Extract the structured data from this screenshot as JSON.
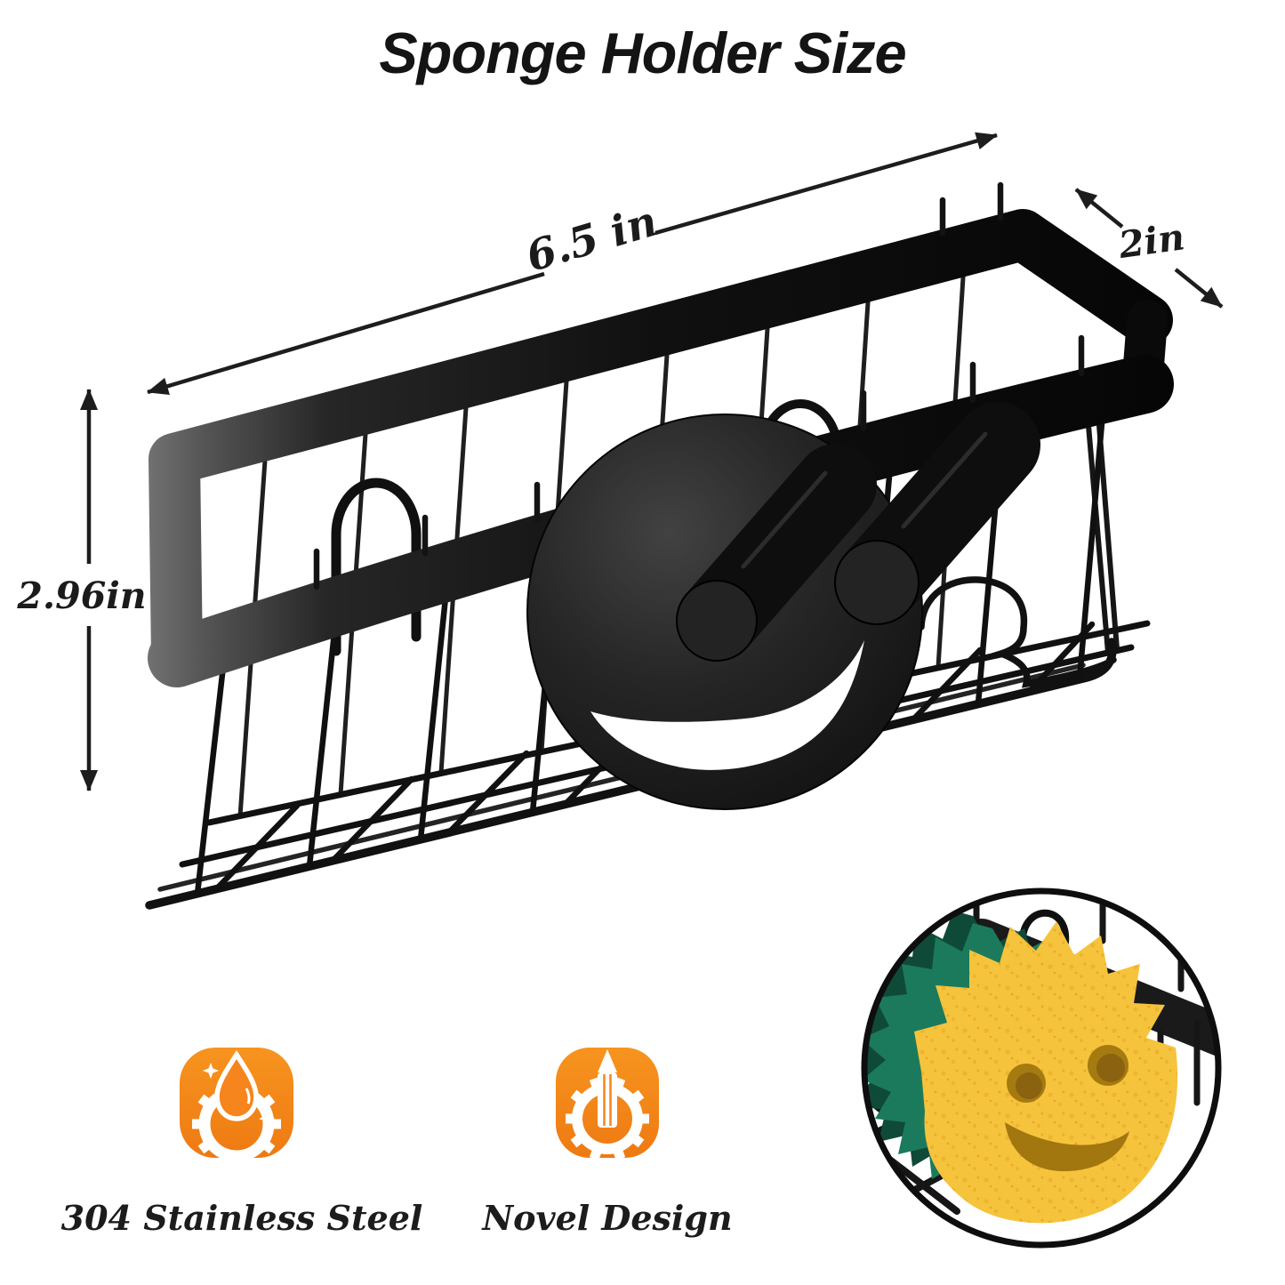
{
  "title": "Sponge Holder Size",
  "dimensions": {
    "width": "6.5 in",
    "depth": "2in",
    "height": "2.96in"
  },
  "features": [
    {
      "icon": "droplet-gear-icon",
      "label": "304 Stainless Steel"
    },
    {
      "icon": "pencil-gear-icon",
      "label": "Novel Design"
    }
  ],
  "colors": {
    "accent_orange": "#f5851c",
    "sponge_yellow": "#f6c33c",
    "scrub_green": "#1c7a5c",
    "wire_black": "#141414"
  }
}
